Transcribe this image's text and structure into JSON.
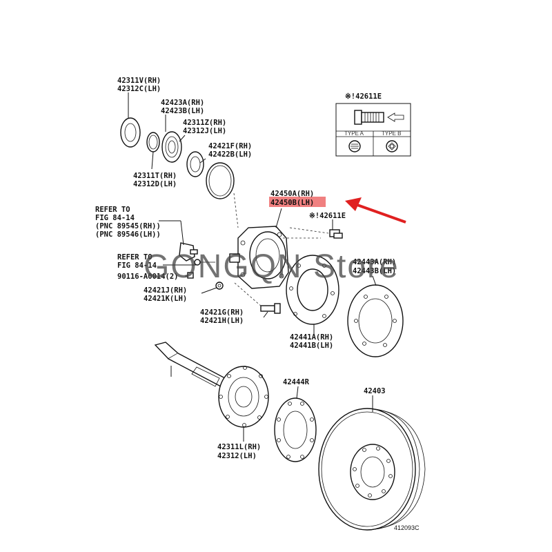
{
  "labels": {
    "p42311V": "42311V(RH)",
    "p42312C": "42312C(LH)",
    "p42423A": "42423A(RH)",
    "p42423B": "42423B(LH)",
    "p42311Z": "42311Z(RH)",
    "p42312J": "42312J(LH)",
    "p42421F": "42421F(RH)",
    "p42422B": "42422B(LH)",
    "p42311T": "42311T(RH)",
    "p42312D": "42312D(LH)",
    "p42450A": "42450A(RH)",
    "p42450B": "42450B(LH)",
    "p42611E_box": "※!42611E",
    "p42611E": "※!42611E",
    "p42443A": "42443A(RH)",
    "p42443B": "42443B(LH)",
    "p42421J": "42421J(RH)",
    "p42421K": "42421K(LH)",
    "p42421G": "42421G(RH)",
    "p42421H": "42421H(LH)",
    "p42441A": "42441A(RH)",
    "p42441B": "42441B(LH)",
    "p42444R": "42444R",
    "p42403": "42403",
    "p42311L": "42311L(RH)",
    "p42312": "42312(LH)",
    "p90116": "90116-A0014(2)"
  },
  "refer": {
    "r1_line1": "REFER TO",
    "r1_line2": "FIG 84-14",
    "r1_line3": "(PNC 89545(RH))",
    "r1_line4": "(PNC 89546(LH))",
    "r2_line1": "REFER TO",
    "r2_line2": "FIG 84-14"
  },
  "inset": {
    "type_a": "TYPE A",
    "type_b": "TYPE B"
  },
  "figure_code": "412093C",
  "watermark": "GONGQN Store",
  "colors": {
    "highlight": "#f08080",
    "arrow": "#e02020"
  },
  "highlighted_part": "42450B(LH)"
}
